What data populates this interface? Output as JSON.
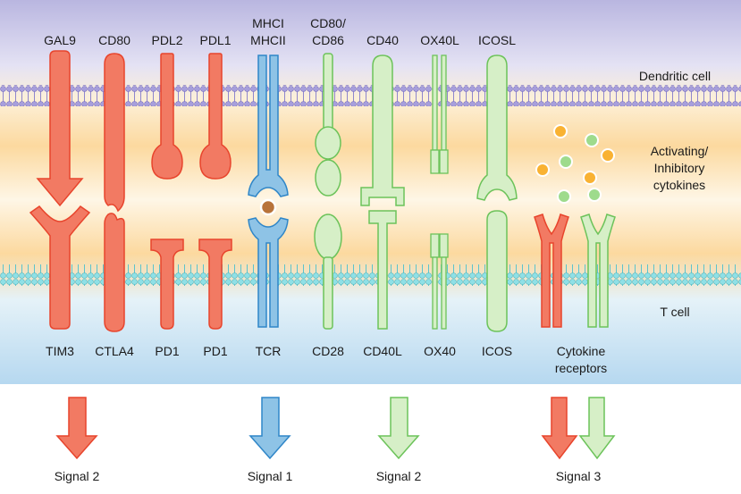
{
  "colors": {
    "red_fill": "#f27a63",
    "red_stroke": "#e8442c",
    "blue_fill": "#8ec3e6",
    "blue_stroke": "#2f86c8",
    "green_fill": "#d6efc7",
    "green_stroke": "#6cc35a",
    "green_ball": "#9edb8c",
    "orange_ball": "#f9b232",
    "dendritic_bg": "#cdcbea",
    "middle_bg": "#fde3b8",
    "tcell_bg": "#bddcf2",
    "membrane": "#8f86cd",
    "membrane_t": "#6fd3da"
  },
  "regions": {
    "dendritic_cell": "Dendritic cell",
    "cytokines": [
      "Activating/",
      "Inhibitory",
      "cytokines"
    ],
    "t_cell": "T cell"
  },
  "top_labels": {
    "gal9": "GAL9",
    "cd80": "CD80",
    "pdl2": "PDL2",
    "pdl1": "PDL1",
    "mhc": [
      "MHCI",
      "MHCII"
    ],
    "cd80_cd86": [
      "CD80/",
      "CD86"
    ],
    "cd40": "CD40",
    "ox40l": "OX40L",
    "icosl": "ICOSL"
  },
  "bottom_labels": {
    "tim3": "TIM3",
    "ctla4": "CTLA4",
    "pd1_a": "PD1",
    "pd1_b": "PD1",
    "tcr": "TCR",
    "cd28": "CD28",
    "cd40l": "CD40L",
    "ox40": "OX40",
    "icos": "ICOS",
    "cytokine_receptors": [
      "Cytokine",
      "receptors"
    ]
  },
  "signals": {
    "signal2_inhibitory": "Signal 2",
    "signal1": "Signal 1",
    "signal2_activating": "Signal 2",
    "signal3": "Signal 3"
  }
}
